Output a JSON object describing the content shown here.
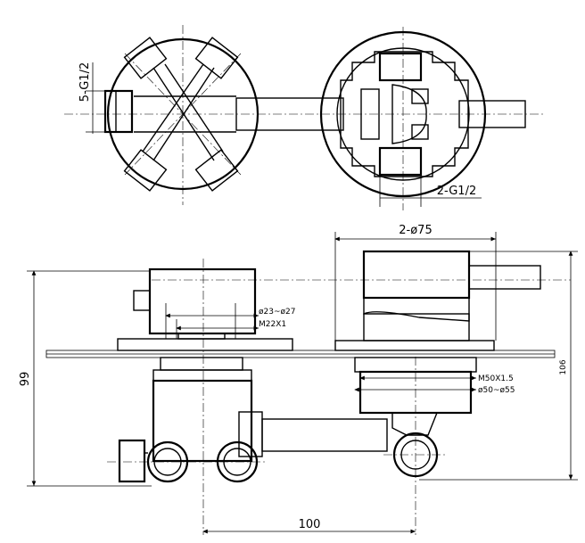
{
  "drawing": {
    "dimensions": {
      "inlet_top": "5-G1/2",
      "outlet_top": "2-G1/2",
      "diameter": "2-ø75",
      "thread_small": "ø23~ø27",
      "thread_m22": "M22X1",
      "thread_m50": "M50X1.5",
      "thread_large": "ø50~ø55",
      "height_left": "99",
      "height_right": "106",
      "spacing": "100"
    }
  }
}
